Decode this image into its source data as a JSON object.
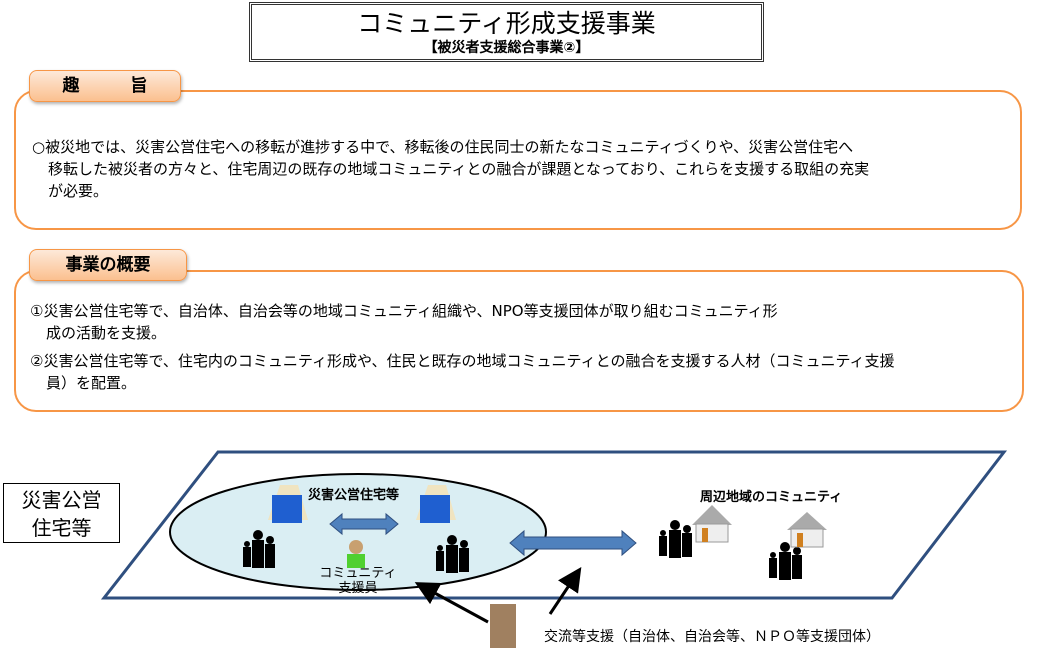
{
  "title": {
    "main": "コミュニティ形成支援事業",
    "sub": "【被災者支援総合事業②】"
  },
  "purpose": {
    "label": "趣　　　旨",
    "lines": [
      "○被災地では、災害公営住宅への移転が進捗する中で、移転後の住民同士の新たなコミュニティづくりや、災害公営住宅へ",
      "移転した被災者の方々と、住宅周辺の既存の地域コミュニティとの融合が課題となっており、これらを支援する取組の充実",
      "が必要。"
    ]
  },
  "overview": {
    "label": "事業の概要",
    "items": [
      {
        "l1": "①災害公営住宅等で、自治体、自治会等の地域コミュニティ組織や、NPO等支援団体が取り組むコミュニティ形",
        "l2": "成の活動を支援。"
      },
      {
        "l1": "②災害公営住宅等で、住宅内のコミュニティ形成や、住民と既存の地域コミュニティとの融合を支援する人材（コミュニティ支援",
        "l2": "員）を配置。"
      }
    ]
  },
  "diagram": {
    "side_label_1": "災害公営",
    "side_label_2": "住宅等",
    "ellipse_label": "災害公営住宅等",
    "community_label": "周辺地域のコミュニティ",
    "supporter_1": "コミュニティ",
    "supporter_2": "支援員",
    "support_label": "交流等支援（自治体、自治会等、ＮＰＯ等支援団体）"
  },
  "colors": {
    "orange": "#f79646",
    "navy": "#2f4f7f",
    "ellipse": "#daeef3"
  }
}
